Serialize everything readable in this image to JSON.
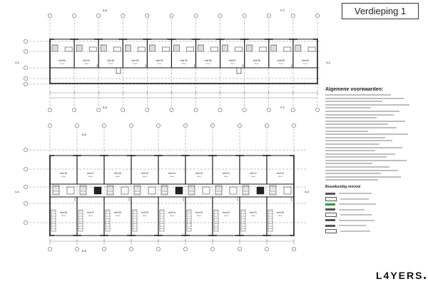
{
  "sheet": {
    "title": "Verdieping 1",
    "brand": "L4YERS",
    "notes_heading": "Algemene voorwaarden:",
    "legend_heading": "Bouwkundig renvooi"
  },
  "upper_block": {
    "axis_markers": [
      "B-B",
      "B-B",
      "P-P",
      "P-P",
      "A-A",
      "A-A"
    ],
    "units": [
      "Unit 50",
      "Unit 51",
      "Unit 52",
      "Unit 53",
      "Unit 54",
      "Unit 55",
      "Unit 56",
      "Unit 57",
      "Unit 58",
      "Unit 59",
      "Unit 60"
    ]
  },
  "lower_block": {
    "axis_markers": [
      "B-B",
      "B-B",
      "A-A",
      "A-A"
    ],
    "units_top": [
      "Unit 18",
      "Unit 17",
      "Unit 16",
      "Unit 15",
      "Unit 14",
      "Unit 13",
      "Unit 12",
      "Unit 11",
      "Unit 10"
    ],
    "units_bottom": [
      "Unit 28",
      "Unit 27",
      "Unit 26",
      "Unit 25",
      "Unit 24",
      "Unit 23",
      "Unit 22",
      "Unit 21",
      "Unit 20"
    ]
  },
  "colors": {
    "line": "#1a1a1a",
    "grid": "#555555",
    "accent_green": "#2e9e3e"
  }
}
